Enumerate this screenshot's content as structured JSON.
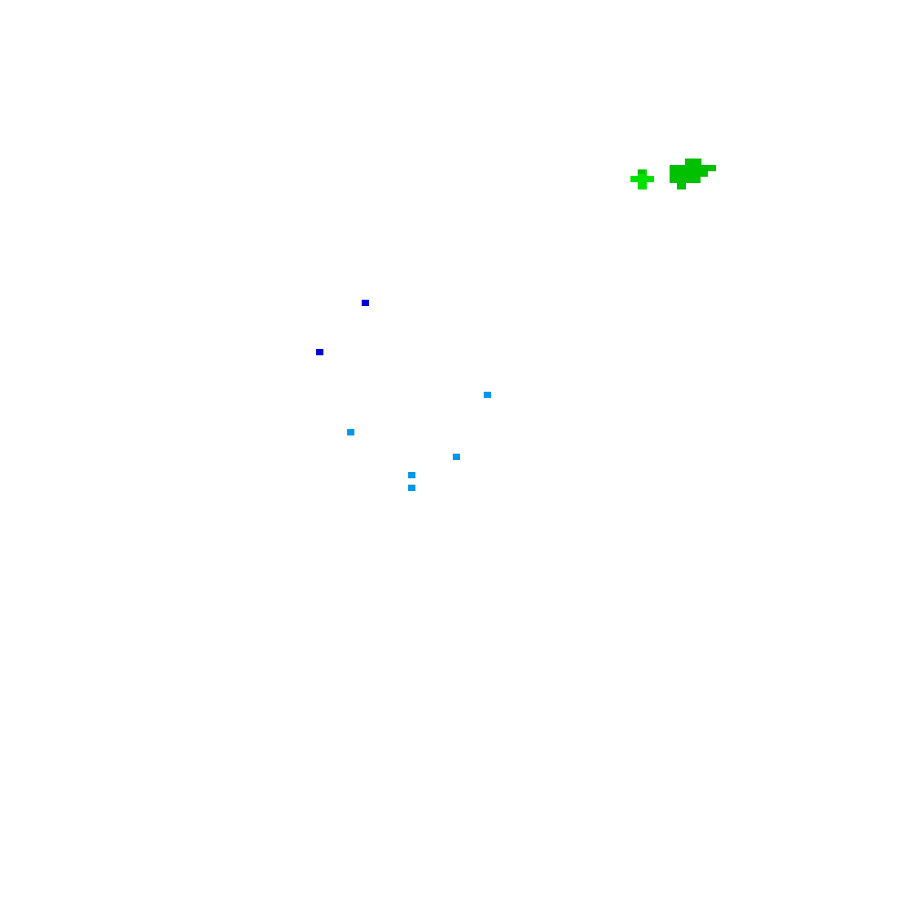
{
  "canvas": {
    "background": "#ffffff"
  },
  "colors": {
    "blue": "#0000d8",
    "light_blue": "#0098e8",
    "bright_green": "#00e000",
    "green": "#00c000"
  },
  "groups": [
    {
      "name": "blue-points",
      "color_key": "blue",
      "count": 2
    },
    {
      "name": "light-blue-points",
      "color_key": "light_blue",
      "count": 5
    },
    {
      "name": "green-cluster",
      "color_key": "green",
      "count": 1
    },
    {
      "name": "bright-green-cross",
      "color_key": "bright_green",
      "count": 1
    }
  ]
}
